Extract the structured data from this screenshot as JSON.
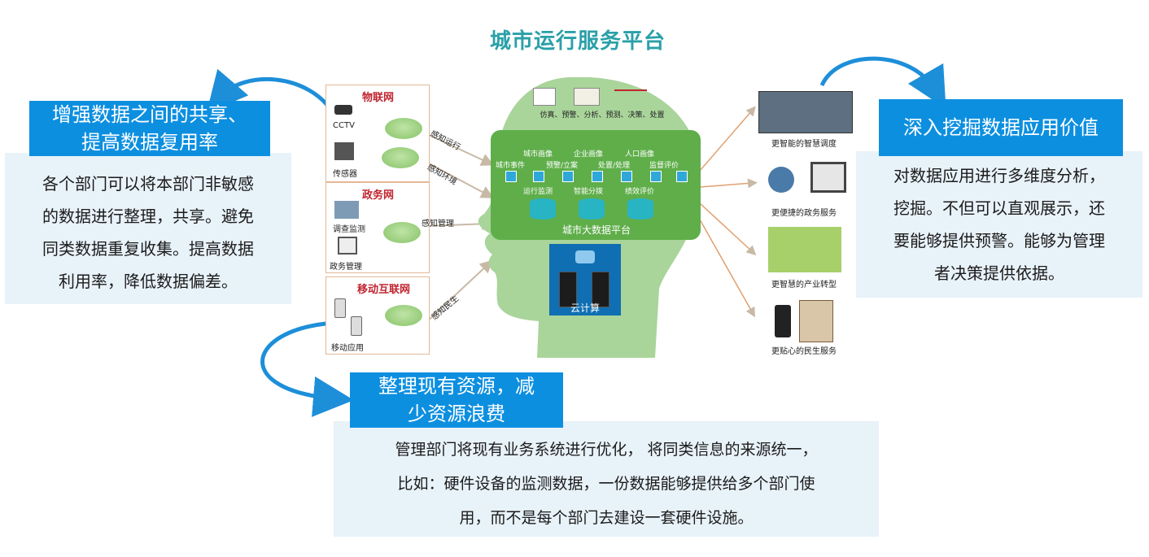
{
  "title": "城市运行服务平台",
  "left_callout": {
    "heading_lines": [
      "增强数据之间的共享、",
      "提高数据复用率"
    ],
    "body_lines": [
      "各个部门可以将本部门非敏感",
      "的数据进行整理，共享。避免",
      "同类数据重复收集。提高数据",
      "利用率，降低数据偏差。"
    ]
  },
  "right_callout": {
    "heading": "深入挖掘数据应用价值",
    "body_lines": [
      "对数据应用进行多维度分析，",
      "挖掘。不但可以直观展示，还",
      "要能够提供预警。能够为管理",
      "者决策提供依据。"
    ]
  },
  "bottom_callout": {
    "heading_lines": [
      "整理现有资源，减",
      "少资源浪费"
    ],
    "body_lines": [
      "管理部门将现有业务系统进行优化，  将同类信息的来源统一，",
      "比如：硬件设备的监测数据，一份数据能够提供给多个部门使",
      "用，而不是每个部门去建设一套硬件设施。"
    ]
  },
  "sources": [
    {
      "title": "物联网",
      "items": [
        "CCTV",
        "传感器"
      ],
      "arrow_labels": [
        "感知运行",
        "感知环境"
      ]
    },
    {
      "title": "政务网",
      "items": [
        "调查监测",
        "政务管理"
      ],
      "arrow_labels": [
        "感知管理"
      ]
    },
    {
      "title": "移动互联网",
      "items": [
        "移动应用"
      ],
      "arrow_labels": [
        "感知民生"
      ]
    }
  ],
  "head": {
    "top_label": "仿真、预警、分析、预测、决策、处置",
    "portraits": [
      "城市画像",
      "企业画像",
      "人口画像"
    ],
    "row1": [
      "城市事件",
      "预警/立案",
      "处置/处理",
      "监督评价"
    ],
    "row2": [
      "运行监测",
      "智能分拨",
      "绩效评价"
    ],
    "platform_label": "城市大数据平台",
    "cloud_label": "云计算"
  },
  "services": [
    "更智能的智慧调度",
    "更便捷的政务服务",
    "更智慧的产业转型",
    "更贴心的民生服务"
  ],
  "colors": {
    "accent": "#0d8fe0",
    "panel": "#e8f2f9",
    "head": "#a9d49a",
    "platform": "#5fae4a",
    "title": "#2aa0a8"
  }
}
